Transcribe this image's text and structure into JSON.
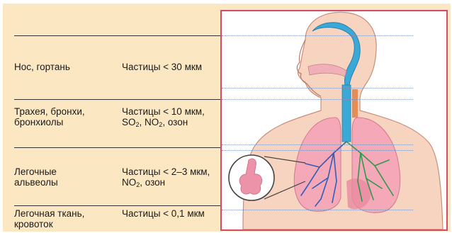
{
  "colors": {
    "panel_background": "#fbe7c2",
    "frame_border": "#d84a6a",
    "skin": "#f6d4c0",
    "airway": "#3aa9d8",
    "lung": "#f4a8b8",
    "bronchi_left": "#2f5fb8",
    "bronchi_right": "#2e9a4a"
  },
  "rows": [
    {
      "region": "Нос, гортань",
      "particles": "Частицы < 30 мкм"
    },
    {
      "region": "Трахея, бронхи, бронхиолы",
      "particles_html": "Частицы < 10 мкм, SO<sub>2</sub>, NO<sub>2</sub>, озон"
    },
    {
      "region": "Легочные альвеолы",
      "particles_html": "Частицы < 2–3 мкм, NO<sub>2</sub>, озон"
    },
    {
      "region": "Легочная ткань, кровоток",
      "particles": "Частицы < 0,1 мкм"
    }
  ]
}
